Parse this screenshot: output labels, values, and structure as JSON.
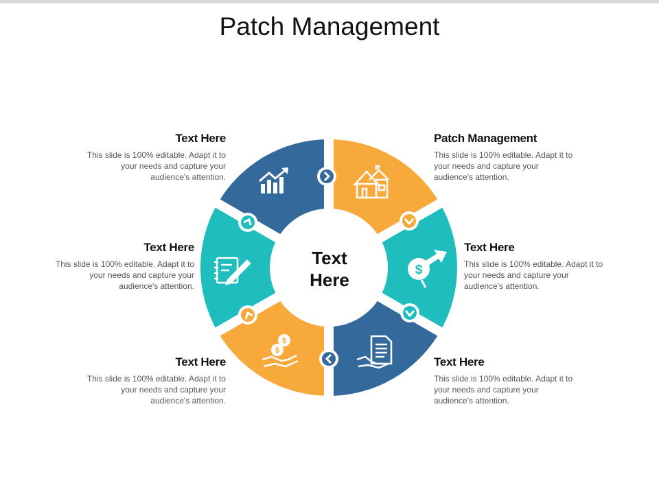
{
  "title": "Patch Management",
  "center": {
    "line1": "Text",
    "line2": "Here"
  },
  "blocks": {
    "top_left": {
      "heading": "Text Here",
      "body": "This slide is 100% editable. Adapt it to your needs and capture your audience's attention."
    },
    "mid_left": {
      "heading": "Text Here",
      "body": "This slide is 100% editable. Adapt it to your needs and capture your audience's attention."
    },
    "bottom_left": {
      "heading": "Text Here",
      "body": "This slide is 100% editable. Adapt it to your needs and capture your audience's attention."
    },
    "top_right": {
      "heading": "Patch Management",
      "body": "This slide is 100% editable. Adapt it to your needs and capture your audience's attention."
    },
    "mid_right": {
      "heading": "Text Here",
      "body": "This slide is 100% editable. Adapt it to your needs and capture your audience's attention."
    },
    "bottom_right": {
      "heading": "Text Here",
      "body": "This slide is 100% editable. Adapt it to your needs and capture your audience's attention."
    }
  },
  "segments": [
    {
      "name": "top-right",
      "color": "#f7a93b",
      "icon": "house-icon"
    },
    {
      "name": "mid-right",
      "color": "#1fbdbd",
      "icon": "dollar-search-icon"
    },
    {
      "name": "bottom-right",
      "color": "#346a9b",
      "icon": "document-hand-icon"
    },
    {
      "name": "bottom-left",
      "color": "#f7a93b",
      "icon": "money-hand-icon"
    },
    {
      "name": "mid-left",
      "color": "#1fbdbd",
      "icon": "notepad-pen-icon"
    },
    {
      "name": "top-left",
      "color": "#346a9b",
      "icon": "growth-chart-icon"
    }
  ]
}
